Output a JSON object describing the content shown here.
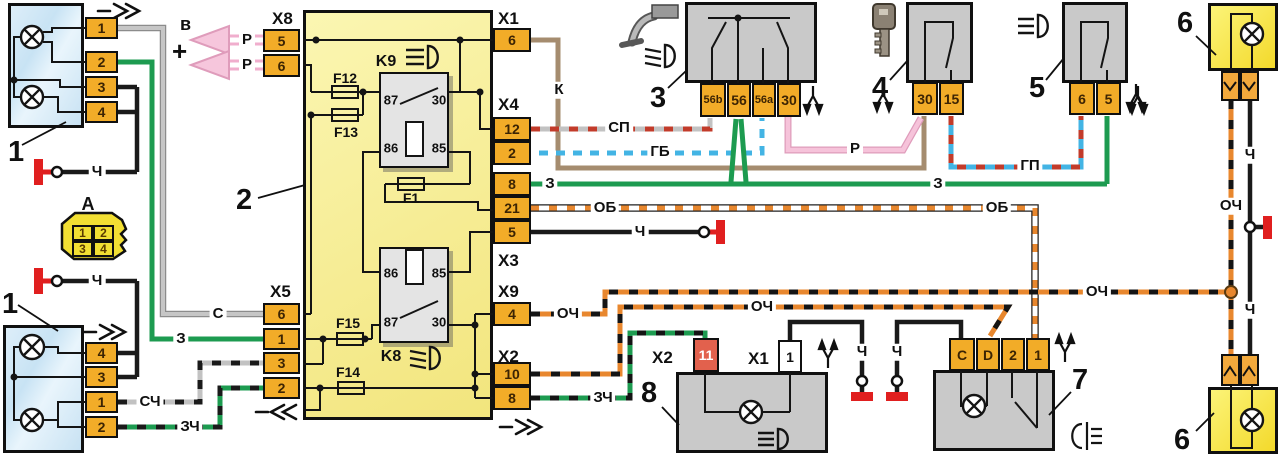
{
  "palette": {
    "block_yellow": "#f7ef9e",
    "pin_orange": "#f2ac28",
    "lamp_blue": "#cfe7f6",
    "gray_box": "#c9c9c9",
    "lamp_yellow": "#f6e33c",
    "red_pin": "#e2614d",
    "ground_red": "#e01f1f",
    "wire_green": "#1d9b50",
    "wire_gray": "#c2c2c2",
    "wire_brown": "#a58c6f",
    "wire_pink": "#f6c3da",
    "wire_blue": "#43b4e4",
    "wire_orange": "#e8872e",
    "wire_red": "#c23b2a",
    "wire_black": "#1a1a1a"
  },
  "big_numbers": {
    "headlamp_top": "1",
    "headlamp_bottom": "1",
    "mounting_block": "2",
    "column_switch": "3",
    "ignition_switch": "4",
    "light_switch": "5",
    "marker_top": "6",
    "marker_bottom": "6",
    "fog_switch": "7",
    "indicator": "8"
  },
  "mounting_block": {
    "x8": {
      "label": "X8",
      "pins": [
        "5",
        "6"
      ]
    },
    "x5": {
      "label": "X5",
      "pins": [
        "6",
        "1",
        "3",
        "2"
      ]
    },
    "x1": {
      "label": "X1",
      "pins": [
        "6"
      ]
    },
    "x4": {
      "label": "X4",
      "pins": [
        "12",
        "2",
        "8",
        "21",
        "5"
      ]
    },
    "x3": {
      "label": "X3"
    },
    "x9": {
      "label": "X9",
      "pins": [
        "4"
      ]
    },
    "x2": {
      "label": "X2",
      "pins": [
        "10",
        "8"
      ]
    },
    "relay_k9": {
      "label": "K9",
      "t87": "87",
      "t30": "30",
      "t86": "86",
      "t85": "85"
    },
    "relay_k8": {
      "label": "K8",
      "t86": "86",
      "t85": "85",
      "t87": "87",
      "t30": "30"
    },
    "fuses": {
      "f12": "F12",
      "f13": "F13",
      "f1": "F1",
      "f15": "F15",
      "f14": "F14"
    }
  },
  "headlamp_top": {
    "pins": [
      "1",
      "2",
      "3",
      "4"
    ]
  },
  "headlamp_bottom": {
    "pins": [
      "4",
      "3",
      "1",
      "2"
    ]
  },
  "connector_a": {
    "label": "А",
    "pins": [
      "1",
      "2",
      "3",
      "4"
    ]
  },
  "column_switch": {
    "pins": [
      "56b",
      "56",
      "56a",
      "30"
    ]
  },
  "ignition_switch": {
    "pins": [
      "30",
      "15"
    ]
  },
  "light_switch": {
    "pins": [
      "6",
      "5"
    ]
  },
  "fog_switch": {
    "pins": [
      "C",
      "D",
      "2",
      "1"
    ]
  },
  "indicator": {
    "x2_label": "X2",
    "x2_pin": "11",
    "x1_label": "X1",
    "x1_pin": "1"
  },
  "wire_labels": {
    "ch": "Ч",
    "s": "С",
    "z": "З",
    "sch": "СЧ",
    "zch": "ЗЧ",
    "k": "К",
    "sp": "СП",
    "gb": "ГБ",
    "r": "Р",
    "gp": "ГП",
    "ob": "ОБ",
    "och": "ОЧ",
    "plus": "+",
    "v": "в"
  }
}
